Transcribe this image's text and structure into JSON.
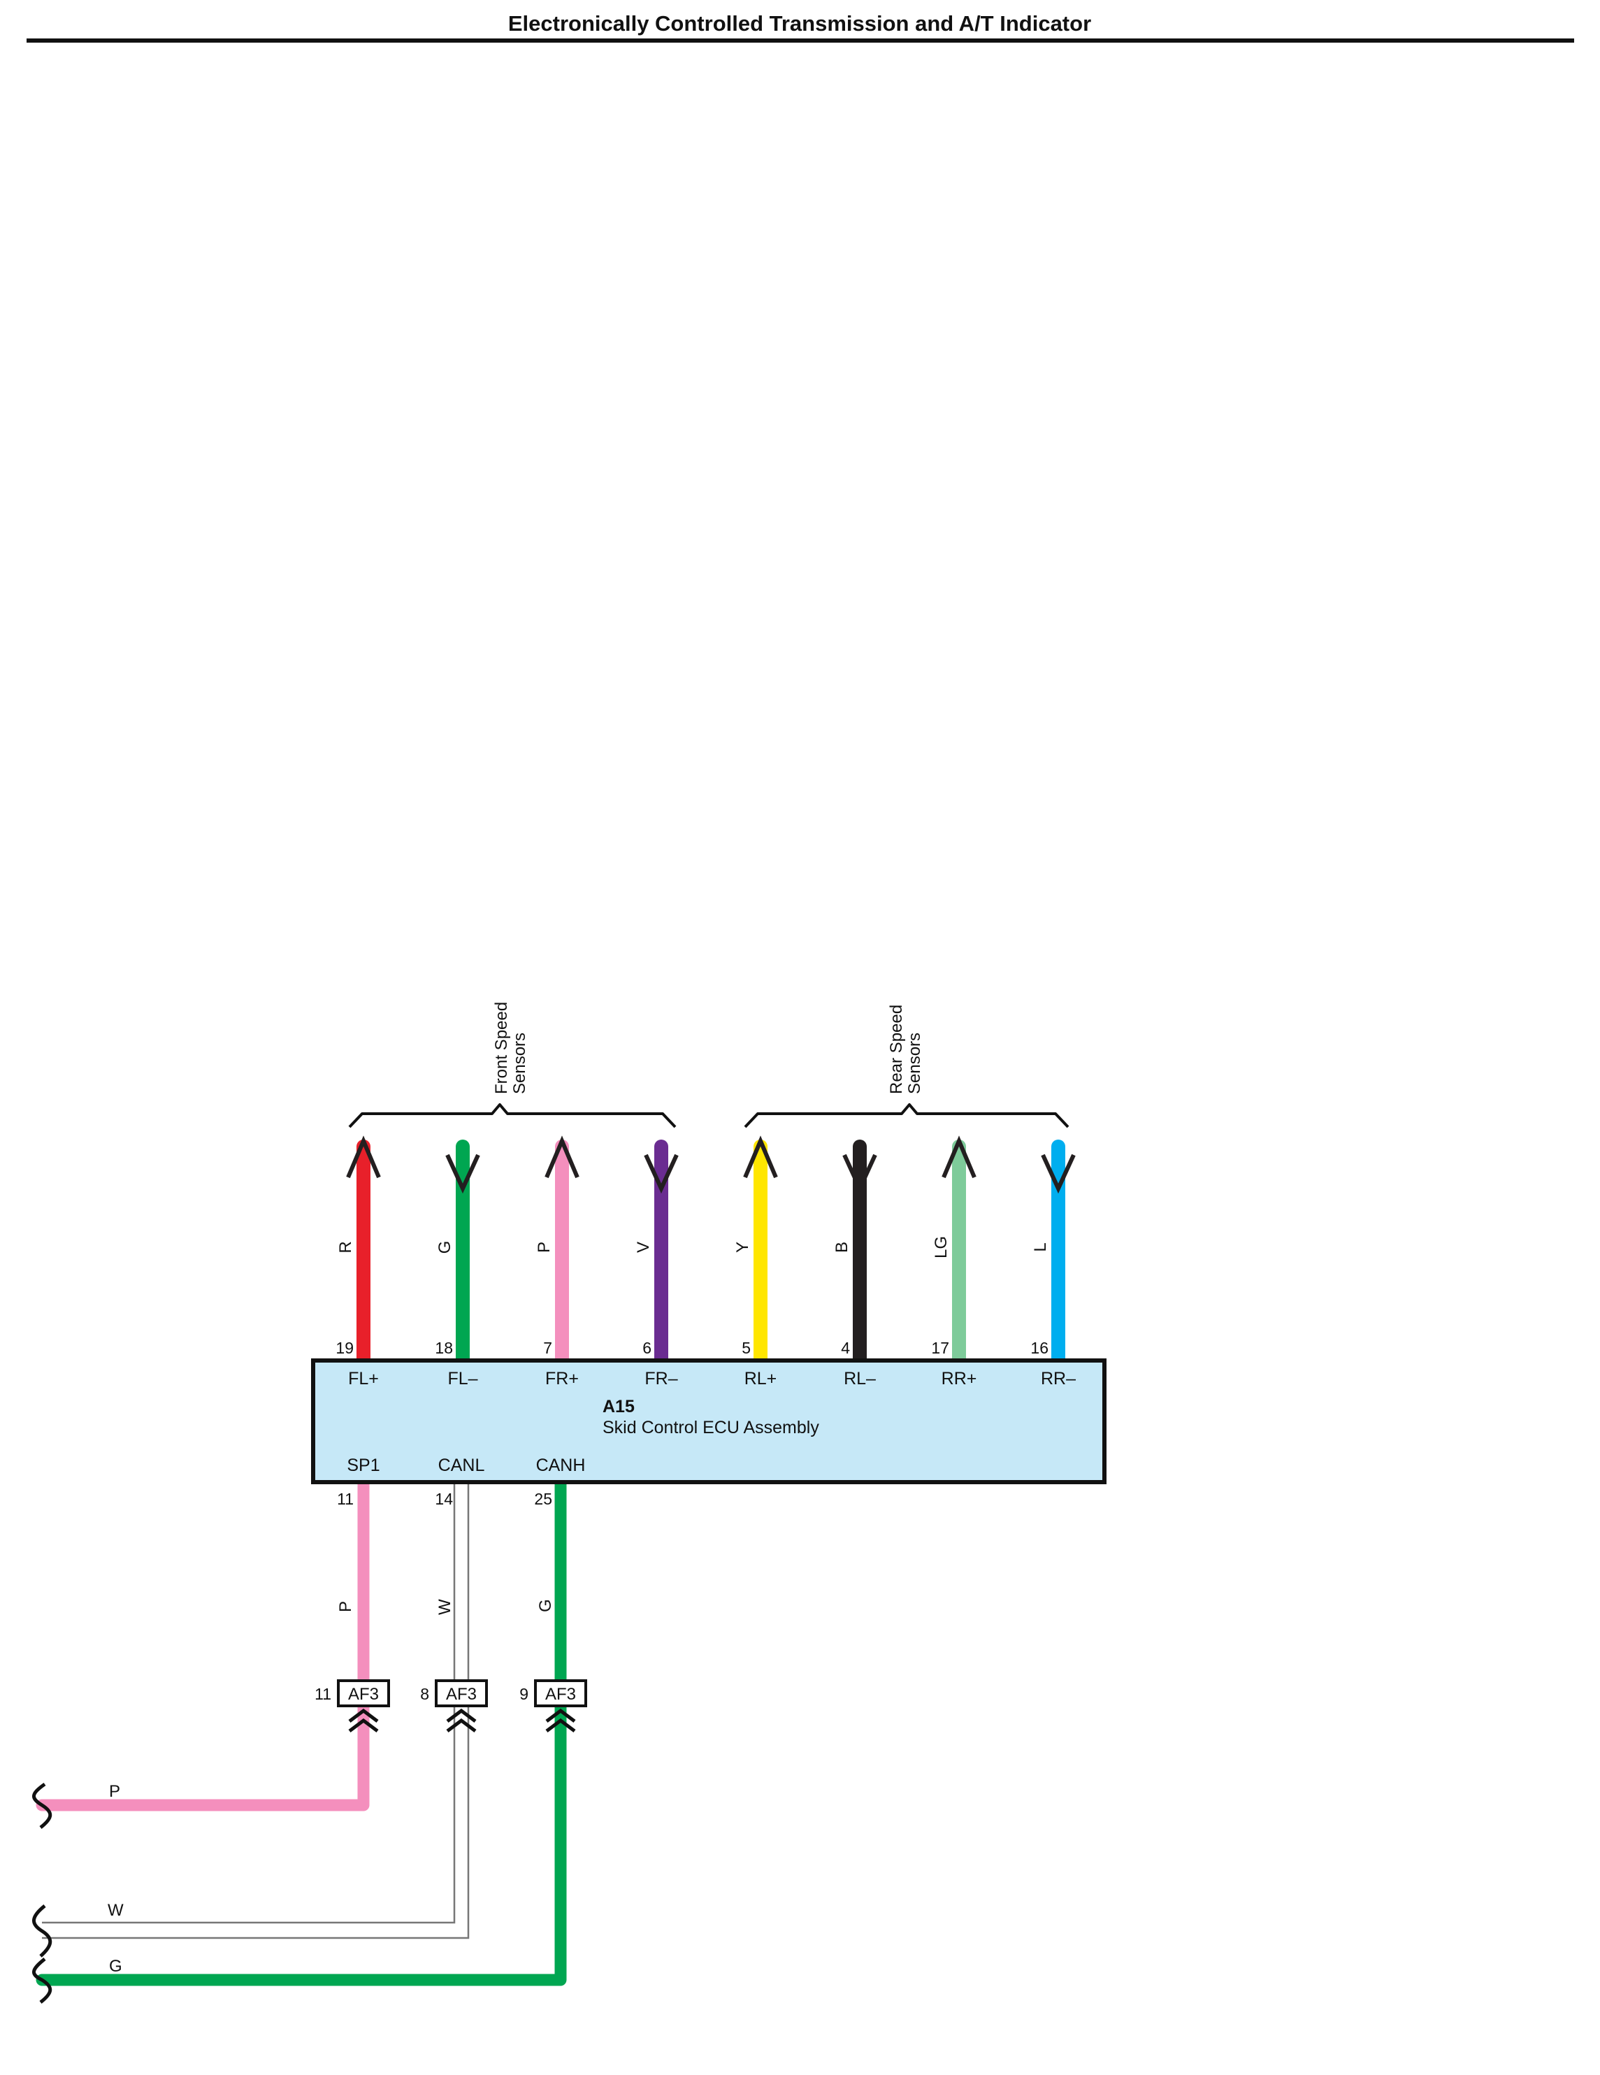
{
  "title": "Electronically Controlled Transmission and A/T Indicator",
  "ecu": {
    "code": "A15",
    "name": "Skid Control ECU Assembly",
    "fill": "#c6e8f7"
  },
  "groups": {
    "front": {
      "line1": "Front Speed",
      "line2": "Sensors"
    },
    "rear": {
      "line1": "Rear Speed",
      "line2": "Sensors"
    }
  },
  "top_wires": [
    {
      "terminal": "FL+",
      "pin": "19",
      "color_code": "R",
      "color": "#e8202a",
      "arrow": "up"
    },
    {
      "terminal": "FL–",
      "pin": "18",
      "color_code": "G",
      "color": "#00a651",
      "arrow": "down"
    },
    {
      "terminal": "FR+",
      "pin": "7",
      "color_code": "P",
      "color": "#f48fbd",
      "arrow": "up"
    },
    {
      "terminal": "FR–",
      "pin": "6",
      "color_code": "V",
      "color": "#6a2c91",
      "arrow": "down"
    },
    {
      "terminal": "RL+",
      "pin": "5",
      "color_code": "Y",
      "color": "#ffe600",
      "arrow": "up"
    },
    {
      "terminal": "RL–",
      "pin": "4",
      "color_code": "B",
      "color": "#231f20",
      "arrow": "down"
    },
    {
      "terminal": "RR+",
      "pin": "17",
      "color_code": "LG",
      "color": "#7ecb9a",
      "arrow": "up"
    },
    {
      "terminal": "RR–",
      "pin": "16",
      "color_code": "L",
      "color": "#00aeef",
      "arrow": "down"
    }
  ],
  "bottom_wires": [
    {
      "terminal": "SP1",
      "pin": "11",
      "color_code": "P",
      "color": "#f48fbd",
      "connector": "AF3",
      "connector_pin": "11",
      "exit_label": "P"
    },
    {
      "terminal": "CANL",
      "pin": "14",
      "color_code": "W",
      "color": "#ffffff",
      "connector": "AF3",
      "connector_pin": "8",
      "exit_label": "W"
    },
    {
      "terminal": "CANH",
      "pin": "25",
      "color_code": "G",
      "color": "#00a651",
      "connector": "AF3",
      "connector_pin": "9",
      "exit_label": "G"
    }
  ]
}
